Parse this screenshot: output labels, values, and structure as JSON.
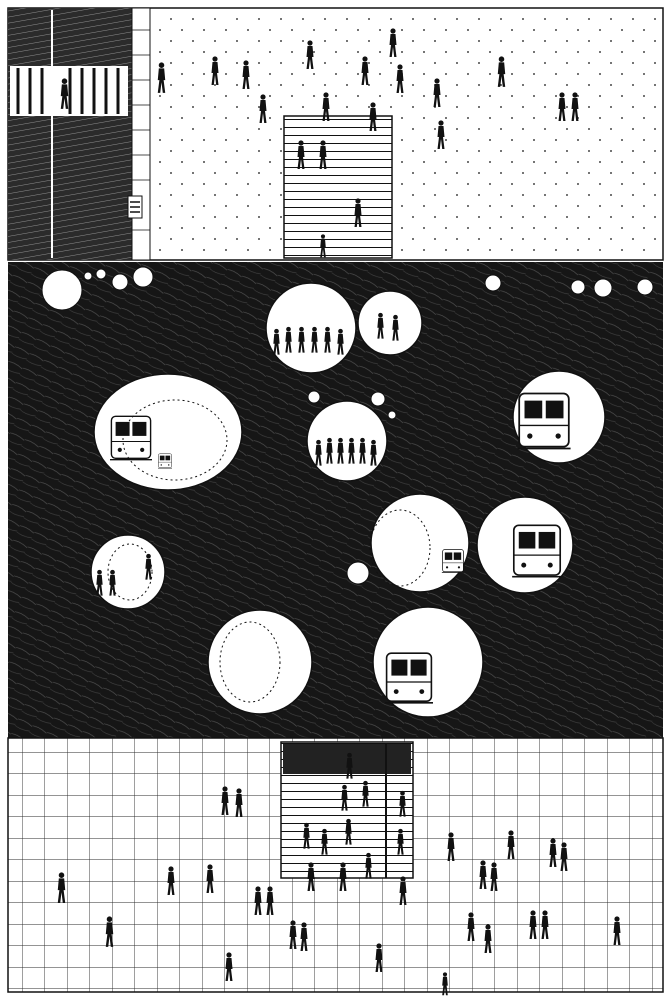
{
  "illustration": {
    "style": "pen-and-ink drawing",
    "colors": {
      "ink": "#111111",
      "paper": "#ffffff",
      "grid_line": "#2a2a2a"
    },
    "sections": [
      "street-level-plaza",
      "underground-tunnels",
      "lower-grid-plaza"
    ]
  }
}
